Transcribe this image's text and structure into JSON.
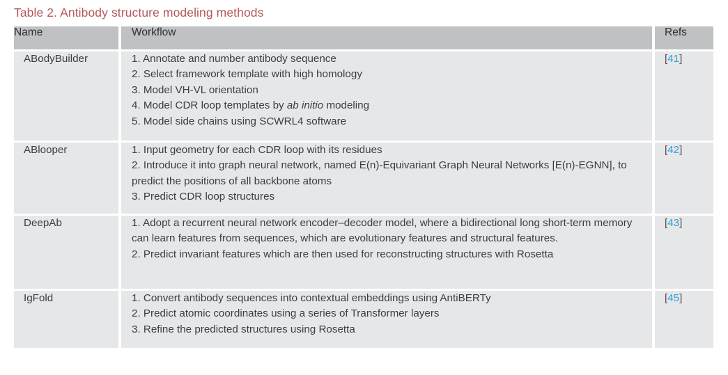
{
  "caption": "Table 2. Antibody structure modeling methods",
  "colors": {
    "caption": "#b5595c",
    "header_bg": "#bfc1c3",
    "cell_bg": "#e6e7e8",
    "body_text": "#3b3d40",
    "ref_link": "#29a3dd",
    "ref_bracket": "#5a4a45",
    "grid": "#ffffff"
  },
  "table": {
    "columns": [
      {
        "key": "name",
        "label": "Name"
      },
      {
        "key": "workflow",
        "label": "Workflow"
      },
      {
        "key": "refs",
        "label": "Refs"
      }
    ],
    "rows": [
      {
        "name": "ABodyBuilder",
        "steps": [
          {
            "text": "1. Annotate and number antibody sequence"
          },
          {
            "text": "2. Select framework template with high homology"
          },
          {
            "text": "3. Model VH-VL orientation"
          },
          {
            "pre": "4. Model CDR loop templates by ",
            "italic": "ab initio",
            "post": " modeling"
          },
          {
            "text": "5. Model side chains using SCWRL4 software"
          }
        ],
        "ref_open": "[",
        "ref_number": "41",
        "ref_close": "]"
      },
      {
        "name": "ABlooper",
        "steps": [
          {
            "text": "1. Input geometry for each CDR loop with its residues"
          },
          {
            "text": "2. Introduce it into graph neural network, named E(n)-Equivariant Graph Neural Networks [E(n)-EGNN], to predict the positions of all backbone atoms"
          },
          {
            "text": "3. Predict CDR loop structures"
          }
        ],
        "ref_open": "[",
        "ref_number": "42",
        "ref_close": "]"
      },
      {
        "name": "DeepAb",
        "steps": [
          {
            "text": "1. Adopt a recurrent neural network encoder–decoder model, where a bidirectional long short-term memory can learn features from sequences, which are evolutionary features and structural features."
          },
          {
            "text": "2. Predict invariant features which are then used for reconstructing structures with Rosetta"
          }
        ],
        "ref_open": "[",
        "ref_number": "43",
        "ref_close": "]"
      },
      {
        "name": "IgFold",
        "steps": [
          {
            "text": "1. Convert antibody sequences into contextual embeddings using AntiBERTy"
          },
          {
            "text": "2. Predict atomic coordinates using a series of Transformer layers"
          },
          {
            "text": "3. Refine the predicted structures using Rosetta"
          }
        ],
        "ref_open": "[",
        "ref_number": "45",
        "ref_close": "]"
      }
    ]
  }
}
